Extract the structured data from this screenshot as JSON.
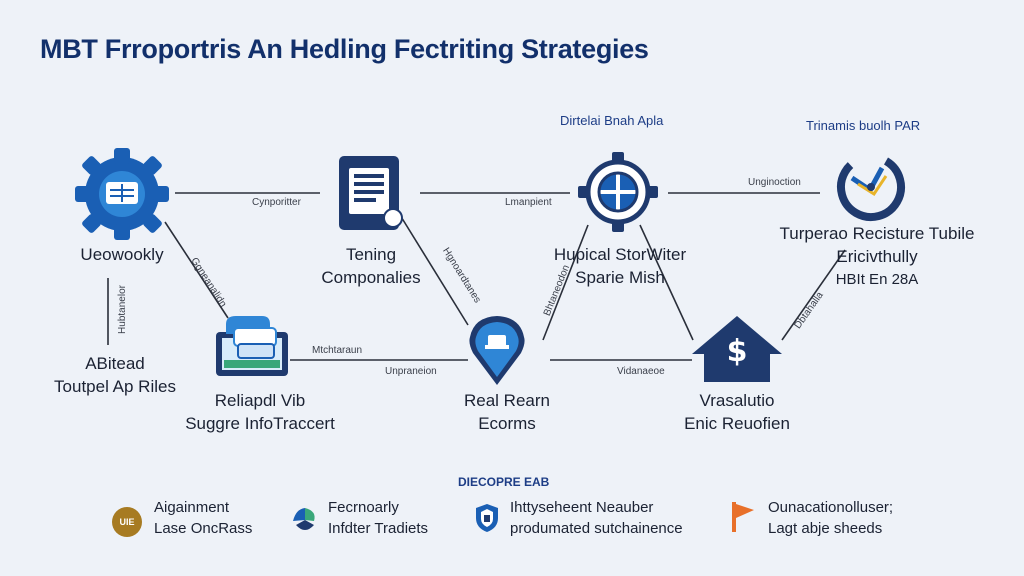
{
  "title": "MBT Frroportris An Hedling Fectriting Strategies",
  "headers": {
    "center": "Dirtelai Bnah Apla",
    "right": "Trinamis buolh PAR"
  },
  "edge_labels": {
    "gear_to_doc": "Cynporitter",
    "doc_to_target": "Lmanpient",
    "target_to_gauge": "Unginoction",
    "device_to_pin_top": "Mtchtaraun",
    "device_to_pin_bottom": "Unpraneion",
    "pin_to_house": "Vidanaeoe",
    "diag_gear_device": "Ggneanalidn",
    "vert_left": "Hubtanelor",
    "diag_doc_pin": "Hgnoardtanes",
    "diag_pin_target": "Bhtaneodon",
    "diag_house_gauge": "Dbtahalla"
  },
  "nodes": {
    "gear": {
      "label": "Ueowookly",
      "icon": "gear-icon"
    },
    "document": {
      "label_line1": "Tening",
      "label_line2": "Componalies",
      "icon": "document-icon"
    },
    "target": {
      "label_line1": "Hupical StorWiter",
      "label_line2": "Sparie Mish",
      "icon": "crosshair-icon"
    },
    "gauge": {
      "label_line1": "Turperao Recisture Tubile",
      "label_line2": "Ericivthully",
      "label_line3": "HBIt  En 28A",
      "icon": "gauge-icon"
    },
    "left_text": {
      "line1": "ABitead",
      "line2": "Toutpel Ap Riles"
    },
    "device": {
      "label_line1": "Reliapdl Vib",
      "label_line2": "Suggre InfoTraccert",
      "icon": "devices-icon"
    },
    "pin": {
      "label_line1": "Real Rearn",
      "label_line2": "Ecorms",
      "icon": "location-pin-icon"
    },
    "house": {
      "label_line1": "Vrasalutio",
      "label_line2": "Enic Reuofien",
      "icon": "dollar-house-icon",
      "symbol": "$"
    }
  },
  "legend": {
    "header": "DIECOPRE EAB",
    "items": [
      {
        "icon": "badge-icon",
        "line1": "Aigainment",
        "line2": "Lase OncRass",
        "badge": "UIE"
      },
      {
        "icon": "leaf-icon",
        "line1": "Fecrnoarly",
        "line2": "Infdter Tradiets"
      },
      {
        "icon": "shield-icon",
        "line1": "Ihttyseheent Neauber",
        "line2": "produmated sutchainence"
      },
      {
        "icon": "flag-icon",
        "line1": "Ounacationolluser;",
        "line2": "Lagt abje sheeds"
      }
    ]
  },
  "colors": {
    "primary": "#1a5fb4",
    "navy": "#1f3a6e",
    "light_blue": "#2f86d6",
    "title": "#12306b",
    "accent_orange": "#e8702a",
    "accent_gold": "#a77b22"
  }
}
